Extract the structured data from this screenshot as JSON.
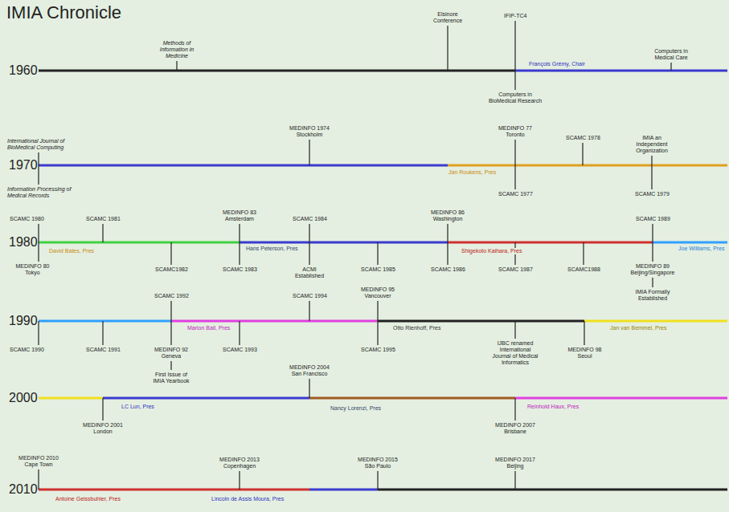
{
  "diagram": {
    "title": "IMIA Chronicle",
    "labels": [
      "1960",
      "Methods of Information in Medicine",
      "Elsinore Conference",
      "IFIP-TC4",
      "Computers in Medical Care",
      "François Grémy, Chair",
      "Computers in BioMedical Research",
      "International Journal of BioMedical Computing",
      "1970",
      "MEDINFO 1974 Stockholm",
      "MEDINFO 77 Toronto",
      "SCAMC 1978",
      "IMIA an Independent Organization",
      "Jan Roukens, Pres",
      "Information Processing of Medical Records",
      "SCAMC 1977",
      "SCAMC 1979",
      "SCAMC 1980",
      "SCAMC 1981",
      "MEDINFO 83 Amsterdam",
      "SCAMC 1984",
      "MEDINFO 86 Washington",
      "SCAMC 1989",
      "1980",
      "David Bates, Pres",
      "Hans Peterson, Pres",
      "Shigekoto Kaihara, Pres",
      "Joe Williams, Pres",
      "MEDINFO 80 Tokyo",
      "SCAMC1982",
      "SCAMC 1983",
      "ACMI Established",
      "SCAMC 1985",
      "SCAMC 1986",
      "SCAMC 1987",
      "SCAMC1988",
      "MEDINFO 89 Beijing/Singapore",
      "IMIA Formally Established",
      "SCAMC 1992",
      "SCAMC 1994",
      "MEDINFO 95 Vancouver",
      "1990",
      "Marion Ball, Pres",
      "Otto Rienhoff, Pres",
      "Jan van Bemmel, Pres",
      "SCAMC 1990",
      "SCAMC 1991",
      "MEDINFO 92 Geneva",
      "SCAMC 1993",
      "SCAMC 1995",
      "IJBC renamed International Journal of Medical Informatics",
      "MEDINFO 98 Seoul",
      "First Issue of IMIA Yearbook",
      "MEDINFO 2004 San Francisco",
      "2000",
      "LC Lun, Pres",
      "Nancy Lorenzi, Pres",
      "Reinhold Haux, Pres",
      "MEDINFO 2001 London",
      "MEDINFO 2007 Brisbane",
      "MEDINFO 2010 Cape Town",
      "MEDINFO 2013 Copenhagen",
      "MEDINFO 2015 São Paulo",
      "MEDINFO 2017 Beijing",
      "2010",
      "Antoine Geissbuhler, Pres",
      "Lincoln de Assis Moura, Pres"
    ]
  }
}
